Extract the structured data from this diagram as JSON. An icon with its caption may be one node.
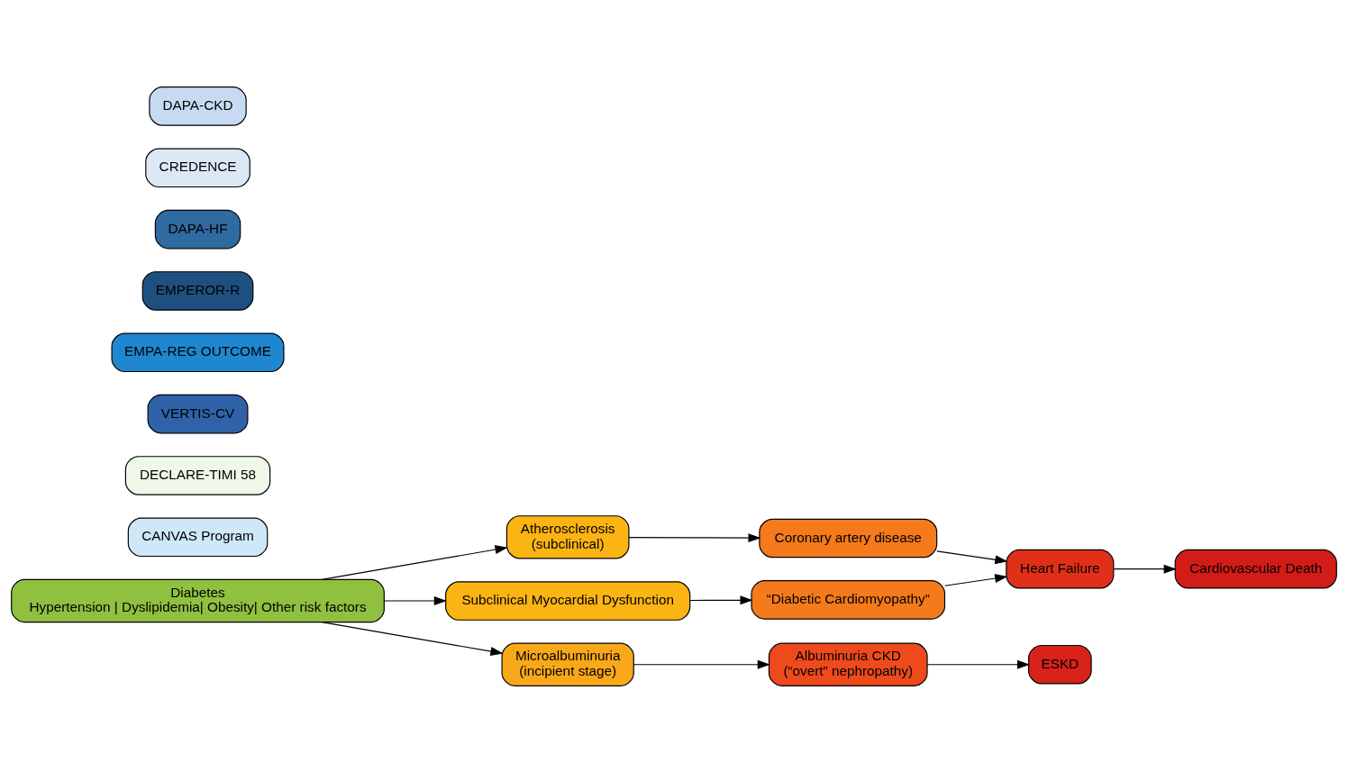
{
  "diagram": {
    "nodes": [
      {
        "text": [
          "Diabetes",
          "Hypertension | Dyslipidemia| Obesity| Other risk factors"
        ]
      },
      {
        "text": [
          "Atherosclerosis",
          "(subclinical)"
        ]
      },
      {
        "text": [
          "Subclinical Myocardial Dysfunction"
        ]
      },
      {
        "text": [
          "Microalbuminuria",
          "(incipient stage)"
        ]
      },
      {
        "text": [
          "Coronary artery disease"
        ]
      },
      {
        "text": [
          "“Diabetic Cardiomyopathy”"
        ]
      },
      {
        "text": [
          "Albuminuria CKD",
          "(“overt” nephropathy)"
        ]
      },
      {
        "text": [
          "Heart Failure"
        ]
      },
      {
        "text": [
          "ESKD"
        ]
      },
      {
        "text": [
          "Cardiovascular Death"
        ]
      },
      {
        "text": [
          "CANVAS Program"
        ]
      },
      {
        "text": [
          "DECLARE-TIMI 58"
        ]
      },
      {
        "text": [
          "VERTIS-CV"
        ]
      },
      {
        "text": [
          "EMPA-REG OUTCOME"
        ]
      },
      {
        "text": [
          "EMPEROR-R"
        ]
      },
      {
        "text": [
          "DAPA-HF"
        ]
      },
      {
        "text": [
          "CREDENCE"
        ]
      },
      {
        "text": [
          "DAPA-CKD"
        ]
      }
    ],
    "edges": [
      {
        "from": 0,
        "to": 1,
        "arrow": "to"
      },
      {
        "from": 0,
        "to": 2,
        "arrow": "to"
      },
      {
        "from": 0,
        "to": 3,
        "arrow": "to"
      },
      {
        "from": 1,
        "to": 4,
        "arrow": "to"
      },
      {
        "from": 2,
        "to": 5,
        "arrow": "to"
      },
      {
        "from": 3,
        "to": 6,
        "arrow": "to"
      },
      {
        "from": 4,
        "to": 7,
        "arrow": "to"
      },
      {
        "from": 5,
        "to": 7,
        "arrow": "to"
      },
      {
        "from": 6,
        "to": 8,
        "arrow": "to"
      },
      {
        "from": 7,
        "to": 9,
        "arrow": "to"
      }
    ]
  }
}
